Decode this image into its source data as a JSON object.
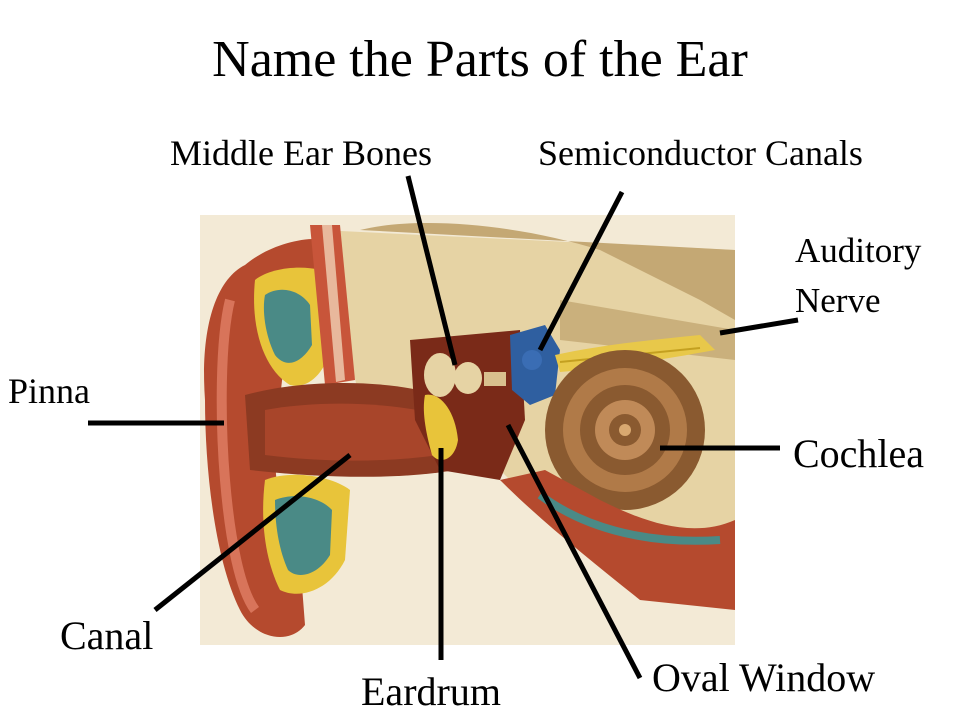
{
  "title": "Name the Parts of the Ear",
  "labels": {
    "middle_ear_bones": "Middle Ear Bones",
    "semicircular_canals": "Semiconductor Canals",
    "auditory_nerve_line1": "Auditory",
    "auditory_nerve_line2": "Nerve",
    "pinna": "Pinna",
    "cochlea": "Cochlea",
    "canal": "Canal",
    "oval_window": "Oval Window",
    "eardrum": "Eardrum"
  },
  "colors": {
    "flesh": "#b54a2e",
    "flesh_dark": "#7a2a18",
    "bone": "#e6d3a4",
    "bone_dark": "#c4a874",
    "fat_yellow": "#e8c43a",
    "teal": "#4a8a86",
    "cochlea_brown": "#8a5a30",
    "nerve_yellow": "#e8c84a",
    "canal_blue": "#2f5fa0"
  }
}
